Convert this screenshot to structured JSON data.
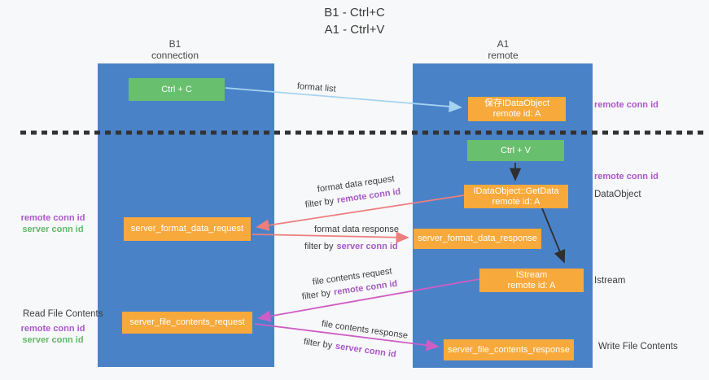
{
  "title": {
    "line1": "B1 - Ctrl+C",
    "line2": "A1 - Ctrl+V"
  },
  "lanes": {
    "left": {
      "name": "B1",
      "role": "connection"
    },
    "right": {
      "name": "A1",
      "role": "remote"
    }
  },
  "nodes": {
    "ctrl_c": {
      "label": "Ctrl + C"
    },
    "ctrl_v": {
      "label": "Ctrl + V"
    },
    "save_dataobject": {
      "line1": "保存IDataObject",
      "line2": "remote id: A"
    },
    "getdata": {
      "line1": "IDataObject::GetData",
      "line2": "remote id: A"
    },
    "istream": {
      "line1": "IStream",
      "line2": "remote id: A"
    },
    "server_format_data_request": {
      "label": "server_format_data_request"
    },
    "server_format_data_response": {
      "label": "server_format_data_response"
    },
    "server_file_contents_request": {
      "label": "server_file_contents_request"
    },
    "server_file_contents_response": {
      "label": "server_file_contents_response"
    }
  },
  "arrow_labels": {
    "format_list": "format list",
    "filter_prefix": "filter by",
    "format_data_request": "format data request",
    "format_data_request_filter": "remote conn id",
    "format_data_response": "format data response",
    "format_data_response_filter": "server conn id",
    "file_contents_request": "file contents request",
    "file_contents_request_filter": "remote conn id",
    "file_contents_response": "file contents response",
    "file_contents_response_filter": "server conn id"
  },
  "side_labels": {
    "remote_conn_top_right": "remote conn id",
    "remote_conn_mid_right": "remote conn id",
    "dataobject": "DataObject",
    "istream": "Istream",
    "write_file_contents": "Write File Contents",
    "read_file_contents": "Read File Contents",
    "left_mid": {
      "remote": "remote conn id",
      "server": "server conn id"
    },
    "left_bottom": {
      "remote": "remote conn id",
      "server": "server conn id"
    }
  },
  "colors": {
    "lane_blue": "#4a82c8",
    "node_green": "#68bf6e",
    "node_orange": "#f7a93b",
    "arrow_lightblue": "#a5d4f0",
    "arrow_salmon": "#ee7e7e",
    "arrow_magenta": "#cf5dc5",
    "arrow_black": "#2f2f2f",
    "dashed_line": "#333333",
    "text_purple": "#a958c8",
    "text_green": "#5fba64",
    "text_dark": "#3c3c3c"
  }
}
